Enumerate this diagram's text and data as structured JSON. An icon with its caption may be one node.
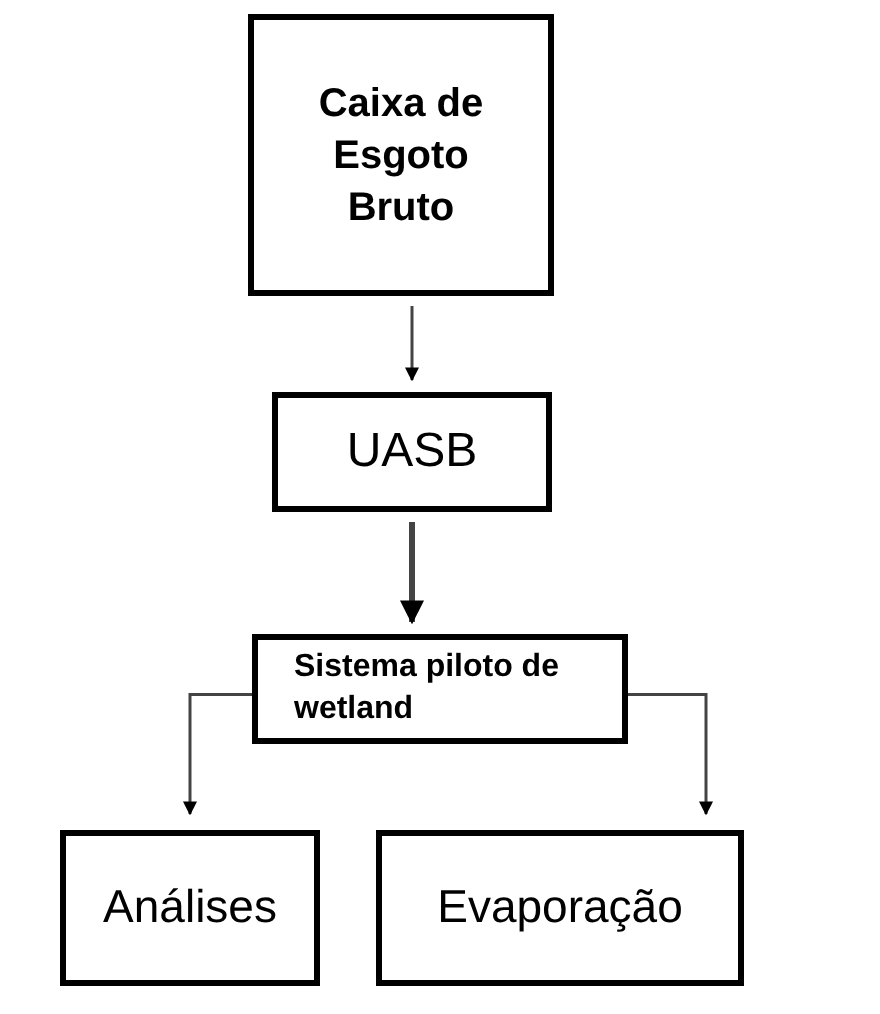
{
  "diagram": {
    "nodes": [
      {
        "text": [
          "Caixa de Esgoto Bruto"
        ]
      },
      {
        "text": [
          "UASB"
        ]
      },
      {
        "text": [
          "Sistema piloto de wetland"
        ]
      },
      {
        "text": [
          "Análises"
        ]
      },
      {
        "text": [
          "Evaporação"
        ]
      }
    ],
    "edges": [
      {
        "from": 0,
        "to": 1,
        "arrow": "to"
      },
      {
        "from": 1,
        "to": 2,
        "arrow": "to",
        "style": "thick"
      },
      {
        "from": 2,
        "to": 3,
        "arrow": "to"
      },
      {
        "from": 2,
        "to": 4,
        "arrow": "to"
      }
    ]
  }
}
